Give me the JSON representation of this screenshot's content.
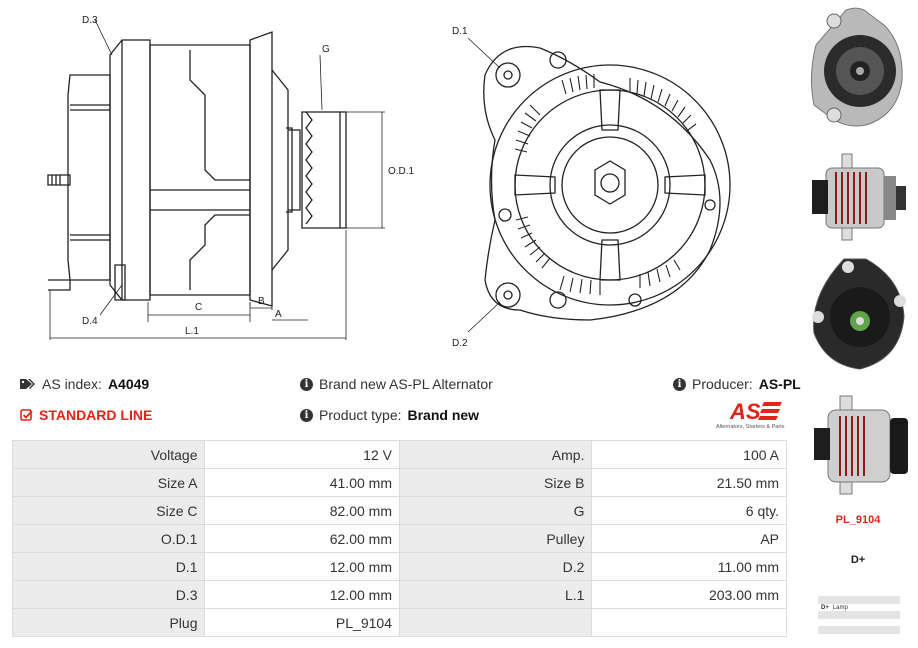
{
  "diagram": {
    "side_labels": {
      "d3": "D.3",
      "d4": "D.4",
      "g": "G",
      "od1": "O.D.1",
      "b": "B",
      "c": "C",
      "a": "A",
      "l1": "L.1"
    },
    "front_labels": {
      "d1": "D.1",
      "d2": "D.2"
    }
  },
  "header": {
    "as_index_label": "AS index:",
    "as_index_value": "A4049",
    "standard_line": "STANDARD LINE",
    "alternator_text": "Brand new AS-PL Alternator",
    "product_type_label": "Product type:",
    "product_type_value": "Brand new",
    "producer_label": "Producer:",
    "producer_value": "AS-PL",
    "logo_text": "AS",
    "logo_tagline": "Alternators, Starters & Parts"
  },
  "specs": [
    {
      "l1": "Voltage",
      "v1": "12 V",
      "l2": "Amp.",
      "v2": "100 A"
    },
    {
      "l1": "Size A",
      "v1": "41.00 mm",
      "l2": "Size B",
      "v2": "21.50 mm"
    },
    {
      "l1": "Size C",
      "v1": "82.00 mm",
      "l2": "G",
      "v2": "6 qty."
    },
    {
      "l1": "O.D.1",
      "v1": "62.00 mm",
      "l2": "Pulley",
      "v2": "AP"
    },
    {
      "l1": "D.1",
      "v1": "12.00 mm",
      "l2": "D.2",
      "v2": "11.00 mm"
    },
    {
      "l1": "D.3",
      "v1": "12.00 mm",
      "l2": "L.1",
      "v2": "203.00 mm"
    },
    {
      "l1": "Plug",
      "v1": "PL_9104",
      "l2": "",
      "v2": ""
    }
  ],
  "plug": {
    "name": "PL_9104",
    "terminal": "D+",
    "table_pin": "D+",
    "table_desc": "Lamp"
  },
  "colors": {
    "accent": "#e2231a",
    "label_bg": "#ececec",
    "border": "#dcdcdc"
  }
}
